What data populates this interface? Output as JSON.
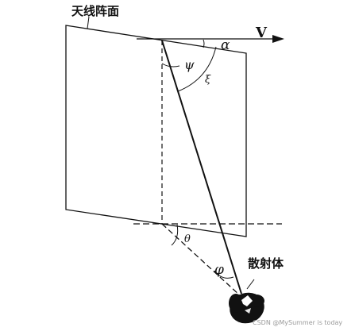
{
  "labels": {
    "antenna_array": "天线阵面",
    "velocity": "V",
    "alpha": "α",
    "psi": "ψ",
    "xi": "ξ",
    "theta": "θ",
    "phi": "φ",
    "scatterer": "散射体"
  },
  "watermark": "CSDN @MySummer is today",
  "colors": {
    "ink": "#111111",
    "background": "#ffffff",
    "watermark": "#9a9a9a"
  }
}
